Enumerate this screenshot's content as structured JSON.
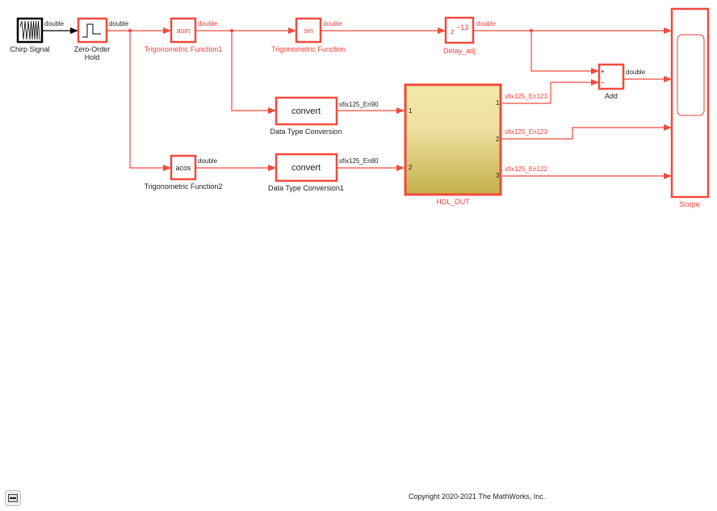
{
  "blocks": {
    "chirp": {
      "label": "Chirp Signal"
    },
    "zoh": {
      "label1": "Zero-Order",
      "label2": "Hold"
    },
    "asin": {
      "text": "asin",
      "label": "Trigonometric Function1"
    },
    "sin": {
      "text": "sin",
      "label": "Trigonometric Function"
    },
    "acos": {
      "text": "acos",
      "label": "Trigonometric Function2"
    },
    "delay": {
      "text": "z",
      "exp": "−13",
      "label": "Delay_adj"
    },
    "conv1": {
      "text": "convert",
      "label": "Data Type Conversion"
    },
    "conv2": {
      "text": "convert",
      "label": "Data Type Conversion1"
    },
    "hdl": {
      "label": "HDL_DUT",
      "in1": "1",
      "in2": "2",
      "out1": "1",
      "out2": "2",
      "out3": "3"
    },
    "add": {
      "label": "Add",
      "plus": "+",
      "minus": "−"
    },
    "scope": {
      "label": "Scope"
    }
  },
  "signals": {
    "chirp_out": "double",
    "zoh_out": "double",
    "asin_out": "double",
    "sin_out": "double",
    "acos_out": "double",
    "delay_out": "double",
    "add_out": "double",
    "conv1_out": "sfix125_En90",
    "conv2_out": "sfix125_En80",
    "hdl_out1": "sfix125_En123",
    "hdl_out2": "sfix125_En123",
    "hdl_out3": "sfix125_En122"
  },
  "footer": {
    "copyright": "Copyright 2020-2021 The MathWorks, Inc."
  },
  "colors": {
    "highlight": "#f24a3c",
    "subsystem_top": "#f3e9ab",
    "subsystem_bottom": "#c4b04a"
  }
}
